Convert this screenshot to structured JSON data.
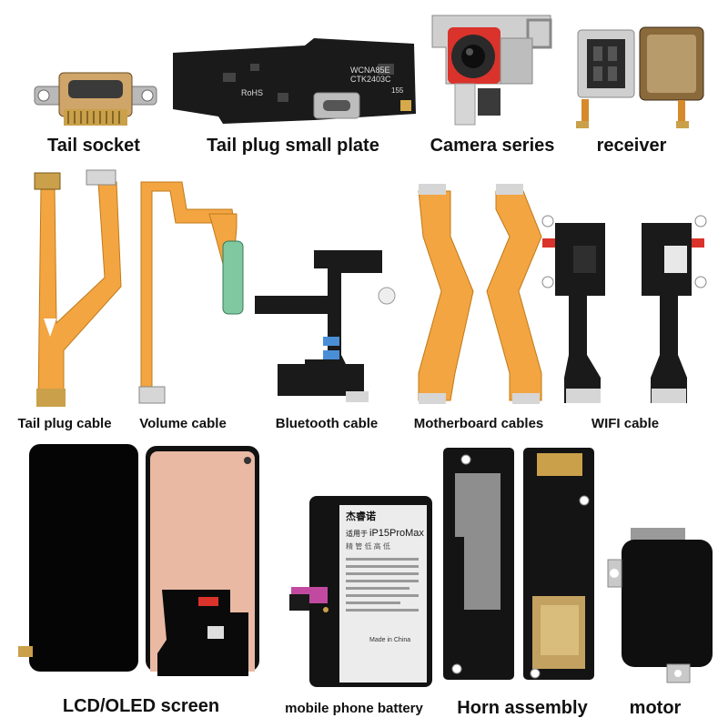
{
  "labels": {
    "tail_socket": "Tail socket",
    "tail_plug_small_plate": "Tail plug small plate",
    "camera_series": "Camera series",
    "receiver": "receiver",
    "tail_plug_cable": "Tail plug cable",
    "volume_cable": "Volume cable",
    "bluetooth_cable": "Bluetooth cable",
    "motherboard_cables": "Motherboard cables",
    "wifi_cable": "WIFI cable",
    "lcd_oled_screen": "LCD/OLED screen",
    "mobile_phone_battery": "mobile phone battery",
    "horn_assembly": "Horn assembly",
    "motor": "motor"
  },
  "product_text": {
    "small_plate_code1": "WCNA85E",
    "small_plate_code2": "CTK2403C",
    "small_plate_rohs": "RoHS",
    "small_plate_num": "155",
    "battery_brand": "杰睿诺",
    "battery_model": "iP15ProMax",
    "battery_model_prefix": "适用于",
    "battery_tags": "精 管 低 高 低",
    "battery_made": "Made in China"
  },
  "colors": {
    "flex_orange": "#f2a541",
    "pcb_black": "#1a1a1a",
    "screen_black": "#050505",
    "oled_panel": "#e9b9a4",
    "camera_red": "#d9332b",
    "metal": "#c9c9c9",
    "gold": "#c89b3c"
  }
}
